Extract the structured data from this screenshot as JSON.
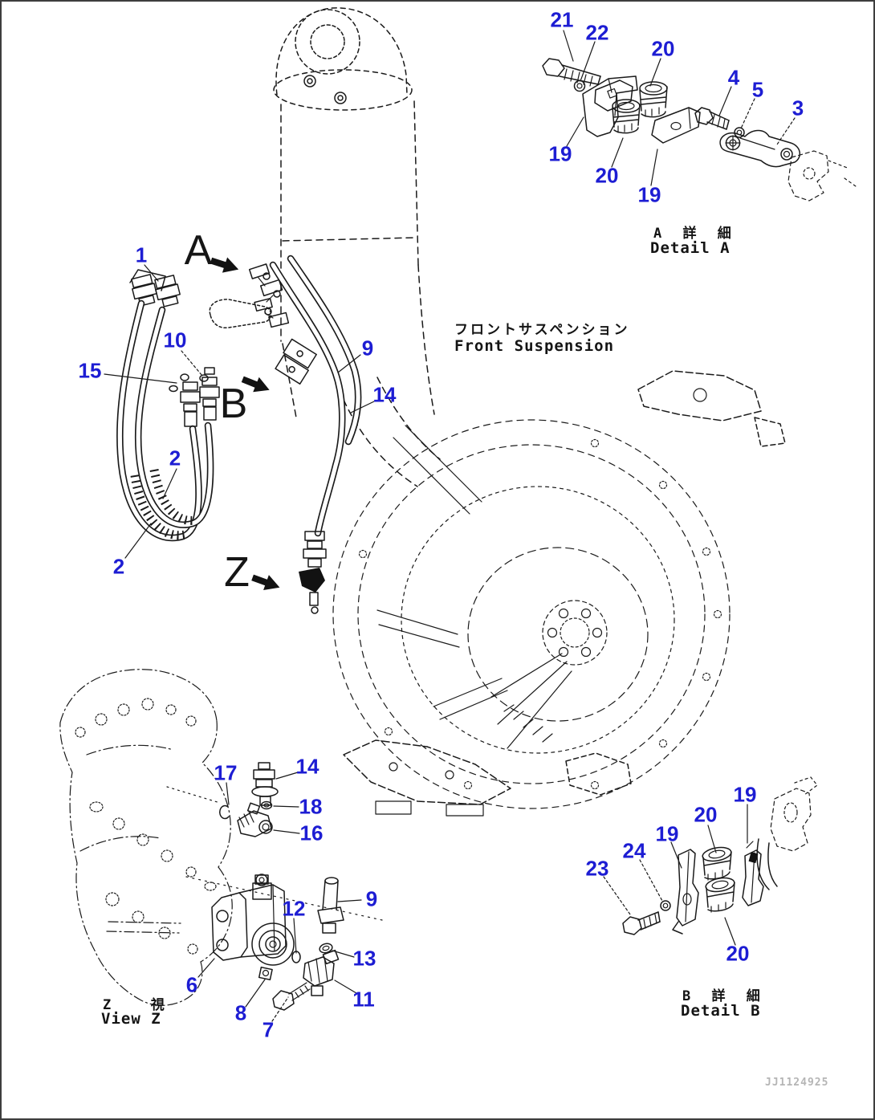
{
  "page": {
    "watermark": "JJ1124925",
    "background": "#ffffff",
    "ink_color": "#1a1a1a",
    "callout_color": "#1d1dd3"
  },
  "title": {
    "jp": "フロントサスペンション",
    "en": "Front Suspension"
  },
  "sections": {
    "detail_a": {
      "jp": "A 詳 細",
      "en": "Detail A"
    },
    "view_z": {
      "jp": "Z  視",
      "en": "View Z"
    },
    "detail_b": {
      "jp": "B 詳 細",
      "en": "Detail B"
    }
  },
  "view_letters": [
    {
      "label": "A"
    },
    {
      "label": "B"
    },
    {
      "label": "Z"
    }
  ],
  "callouts": [
    {
      "text": "1"
    },
    {
      "text": "10"
    },
    {
      "text": "15"
    },
    {
      "text": "9"
    },
    {
      "text": "14"
    },
    {
      "text": "2"
    },
    {
      "text": "2"
    },
    {
      "text": "21"
    },
    {
      "text": "22"
    },
    {
      "text": "20"
    },
    {
      "text": "4"
    },
    {
      "text": "5"
    },
    {
      "text": "3"
    },
    {
      "text": "19"
    },
    {
      "text": "20"
    },
    {
      "text": "19"
    },
    {
      "text": "17"
    },
    {
      "text": "14"
    },
    {
      "text": "18"
    },
    {
      "text": "16"
    },
    {
      "text": "12"
    },
    {
      "text": "9"
    },
    {
      "text": "13"
    },
    {
      "text": "6"
    },
    {
      "text": "11"
    },
    {
      "text": "8"
    },
    {
      "text": "7"
    },
    {
      "text": "19"
    },
    {
      "text": "20"
    },
    {
      "text": "19"
    },
    {
      "text": "24"
    },
    {
      "text": "23"
    },
    {
      "text": "20"
    }
  ]
}
